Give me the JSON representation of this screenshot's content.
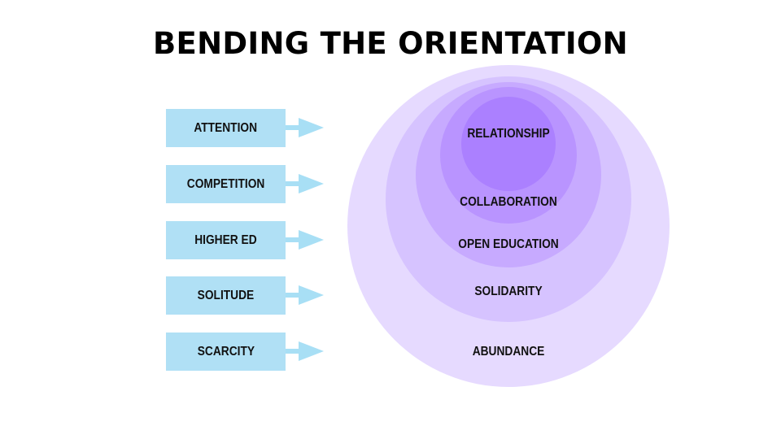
{
  "title": "BENDING THE ORIENTATION",
  "colors": {
    "box_fill": "#b0e0f5",
    "arrow_fill": "#a8dff5",
    "ring_1": "#e6daff",
    "ring_2": "#d6c3ff",
    "ring_3": "#c7aaff",
    "ring_4": "#b994ff",
    "ring_5": "#ab80ff"
  },
  "left_items": [
    {
      "label": "ATTENTION"
    },
    {
      "label": "COMPETITION"
    },
    {
      "label": "HIGHER ED"
    },
    {
      "label": "SOLITUDE"
    },
    {
      "label": "SCARCITY"
    }
  ],
  "rings": [
    {
      "label": "ABUNDANCE"
    },
    {
      "label": "SOLIDARITY"
    },
    {
      "label": "OPEN EDUCATION"
    },
    {
      "label": "COLLABORATION"
    },
    {
      "label": "RELATIONSHIP"
    }
  ]
}
